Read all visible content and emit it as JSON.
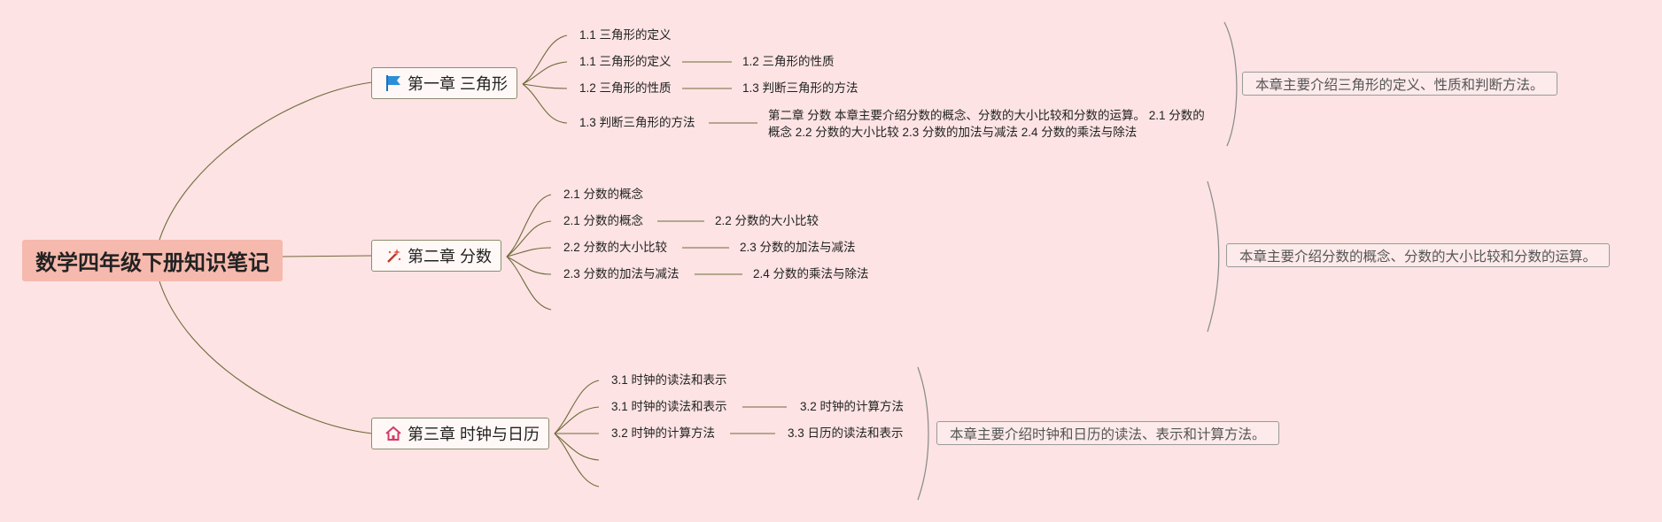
{
  "root": {
    "title": "数学四年级下册知识笔记"
  },
  "chapters": [
    {
      "title": "第一章 三角形",
      "icon": "flag-icon",
      "summary": "本章主要介绍三角形的定义、性质和判断方法。",
      "items": [
        {
          "label": "1.1 三角形的定义"
        },
        {
          "label": "1.1 三角形的定义",
          "next": "1.2 三角形的性质"
        },
        {
          "label": "1.2 三角形的性质",
          "next": "1.3 判断三角形的方法"
        },
        {
          "label": "1.3 判断三角形的方法",
          "next": "第二章 分数 本章主要介绍分数的概念、分数的大小比较和分数的运算。 2.1 分数的概念 2.2 分数的大小比较 2.3 分数的加法与减法 2.4 分数的乘法与除法"
        }
      ]
    },
    {
      "title": "第二章 分数",
      "icon": "magic-wand-icon",
      "summary": "本章主要介绍分数的概念、分数的大小比较和分数的运算。",
      "items": [
        {
          "label": "2.1 分数的概念"
        },
        {
          "label": "2.1 分数的概念",
          "next": "2.2 分数的大小比较"
        },
        {
          "label": "2.2 分数的大小比较",
          "next": "2.3 分数的加法与减法"
        },
        {
          "label": "2.3 分数的加法与减法",
          "next": "2.4 分数的乘法与除法"
        }
      ]
    },
    {
      "title": "第三章 时钟与日历",
      "icon": "home-icon",
      "summary": "本章主要介绍时钟和日历的读法、表示和计算方法。",
      "items": [
        {
          "label": "3.1 时钟的读法和表示"
        },
        {
          "label": "3.1 时钟的读法和表示",
          "next": "3.2 时钟的计算方法"
        },
        {
          "label": "3.2 时钟的计算方法",
          "next": "3.3 日历的读法和表示"
        }
      ]
    }
  ],
  "colors": {
    "background": "#fde3e3",
    "root": "#f6b9ad",
    "line": "#6f6a3c"
  }
}
